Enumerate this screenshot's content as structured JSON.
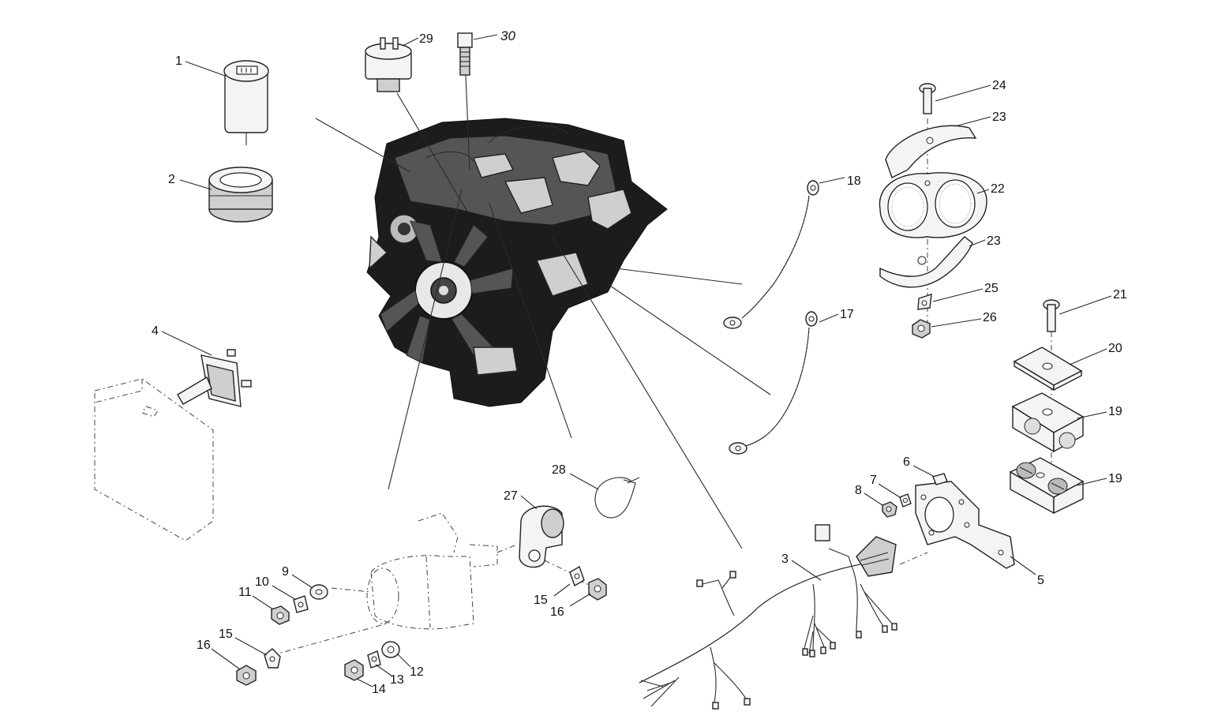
{
  "callouts": {
    "c1": "1",
    "c2": "2",
    "c3": "3",
    "c4": "4",
    "c5": "5",
    "c6": "6",
    "c7": "7",
    "c8": "8",
    "c9": "9",
    "c10": "10",
    "c11": "11",
    "c12": "12",
    "c13": "13",
    "c14": "14",
    "c15a": "15",
    "c15b": "15",
    "c16a": "16",
    "c16b": "16",
    "c17": "17",
    "c18": "18",
    "c19a": "19",
    "c19b": "19",
    "c20": "20",
    "c21": "21",
    "c22": "22",
    "c23a": "23",
    "c23b": "23",
    "c24": "24",
    "c25": "25",
    "c26": "26",
    "c27": "27",
    "c28": "28",
    "c29": "29",
    "c30": "30"
  },
  "icons": {
    "engine": "engine-block-icon",
    "harness": "wiring-harness-icon"
  }
}
